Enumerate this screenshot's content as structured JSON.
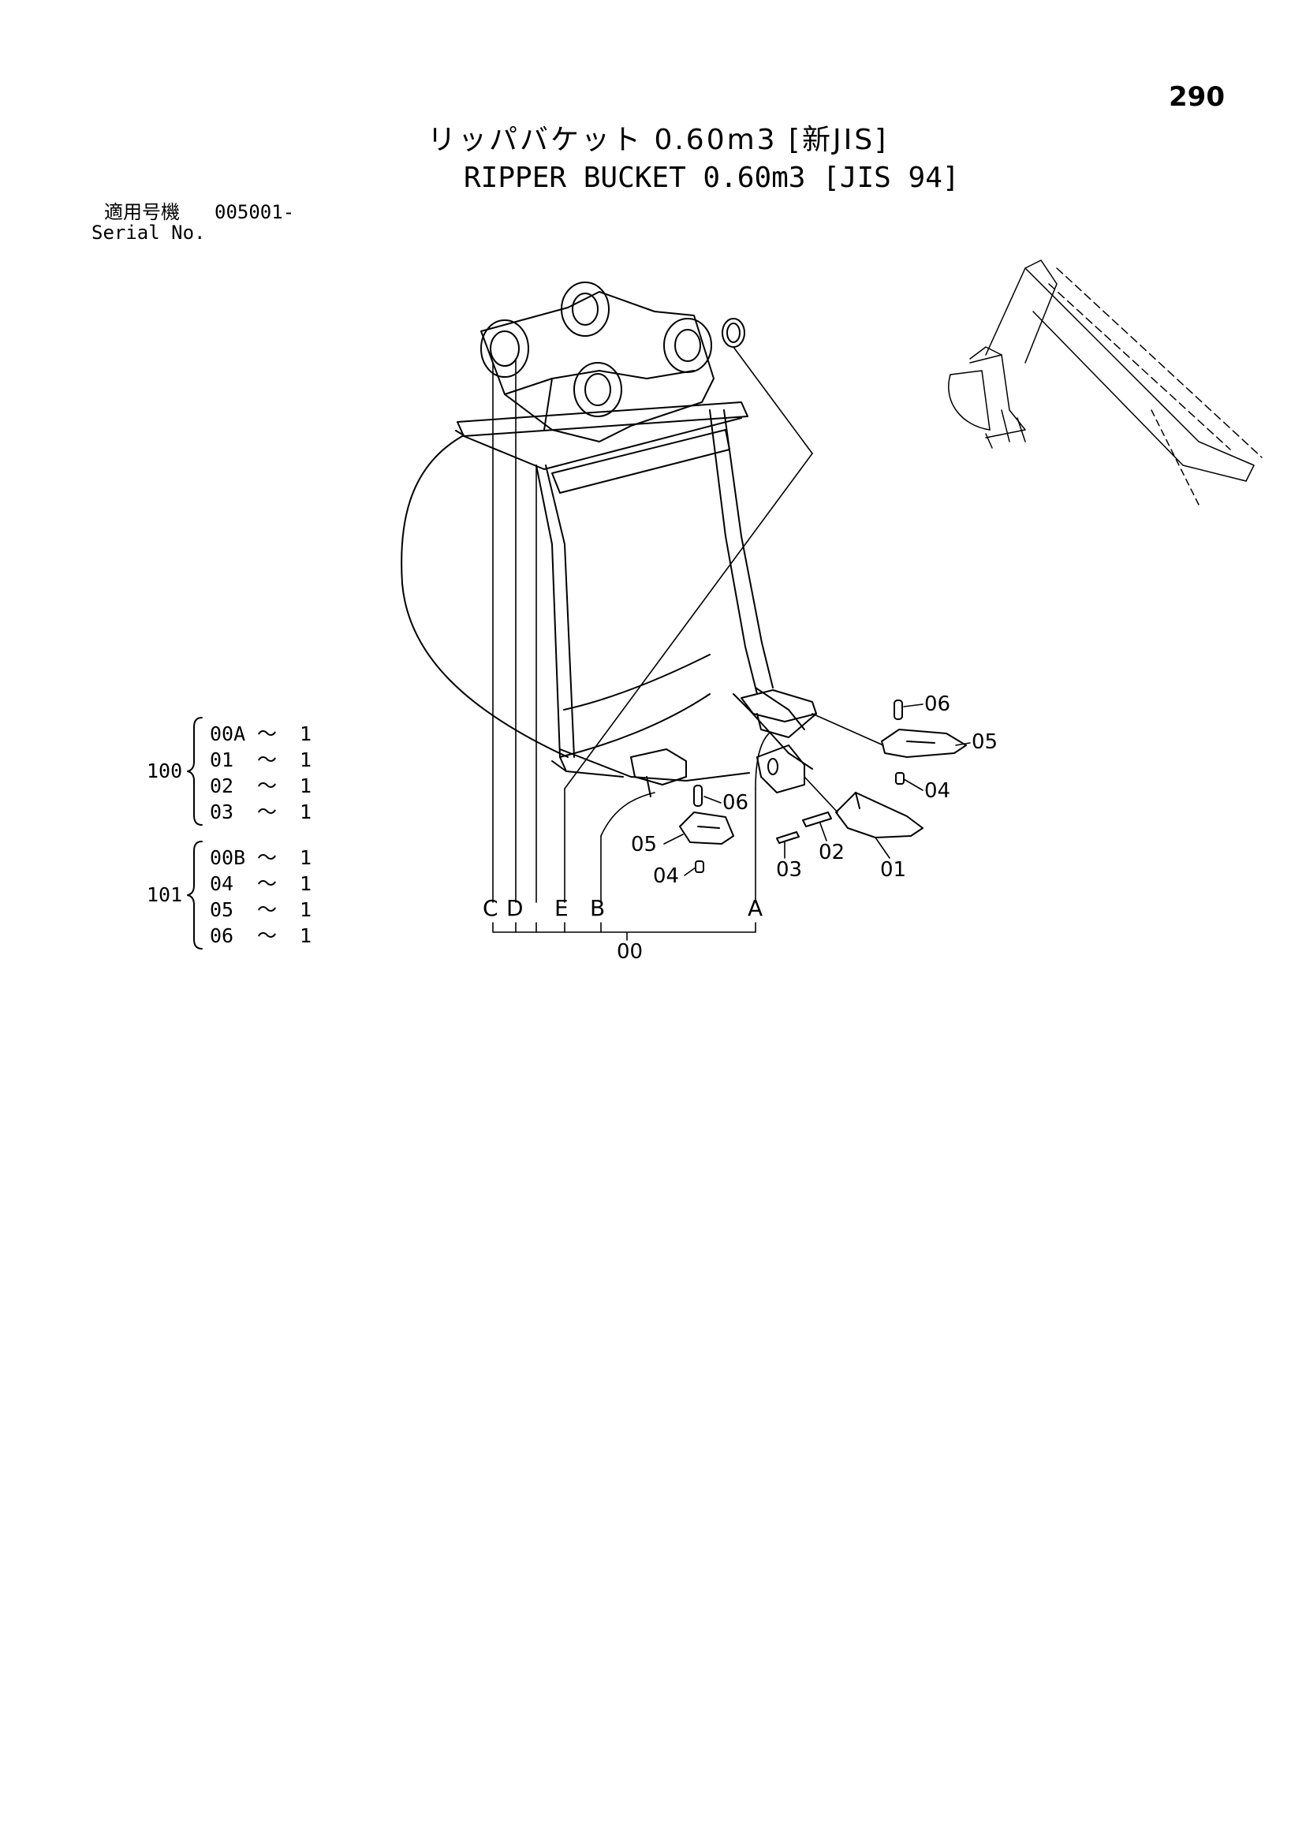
{
  "page_number": "290",
  "title_ja": "リッパバケット 0.60m3 [新JIS]",
  "title_en": "RIPPER BUCKET 0.60m3 [JIS 94]",
  "serial": {
    "label_ja": "適用号機",
    "range": "005001-",
    "label_en": "Serial No."
  },
  "kits": [
    {
      "group": "100",
      "items": [
        {
          "part": "00A",
          "tilde": "〜",
          "qty": "1"
        },
        {
          "part": "01",
          "tilde": "〜",
          "qty": "1"
        },
        {
          "part": "02",
          "tilde": "〜",
          "qty": "1"
        },
        {
          "part": "03",
          "tilde": "〜",
          "qty": "1"
        }
      ]
    },
    {
      "group": "101",
      "items": [
        {
          "part": "00B",
          "tilde": "〜",
          "qty": "1"
        },
        {
          "part": "04",
          "tilde": "〜",
          "qty": "1"
        },
        {
          "part": "05",
          "tilde": "〜",
          "qty": "1"
        },
        {
          "part": "06",
          "tilde": "〜",
          "qty": "1"
        }
      ]
    }
  ],
  "callouts": {
    "c06_right": "06",
    "c05_right": "05",
    "c04_right": "04",
    "c06_center": "06",
    "c05_left": "05",
    "c04_left": "04",
    "c03": "03",
    "c02": "02",
    "c01": "01",
    "c00": "00"
  },
  "letters": {
    "C": "C",
    "D": "D",
    "E": "E",
    "B": "B",
    "A": "A"
  }
}
